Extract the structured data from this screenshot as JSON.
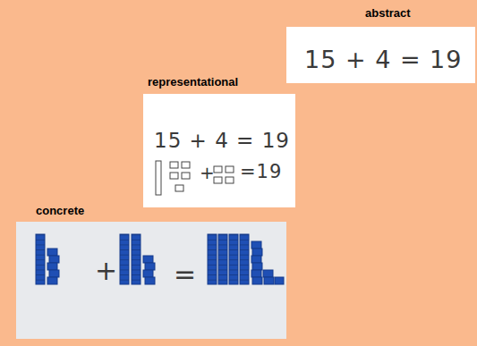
{
  "diagram": {
    "nodes": [
      {
        "text": [
          "abstract",
          "15 + 4 = 19"
        ]
      },
      {
        "text": [
          "representational",
          "15 + 4 = 19",
          "+",
          "=19"
        ]
      },
      {
        "text": [
          "concrete",
          "+",
          "="
        ]
      }
    ]
  }
}
